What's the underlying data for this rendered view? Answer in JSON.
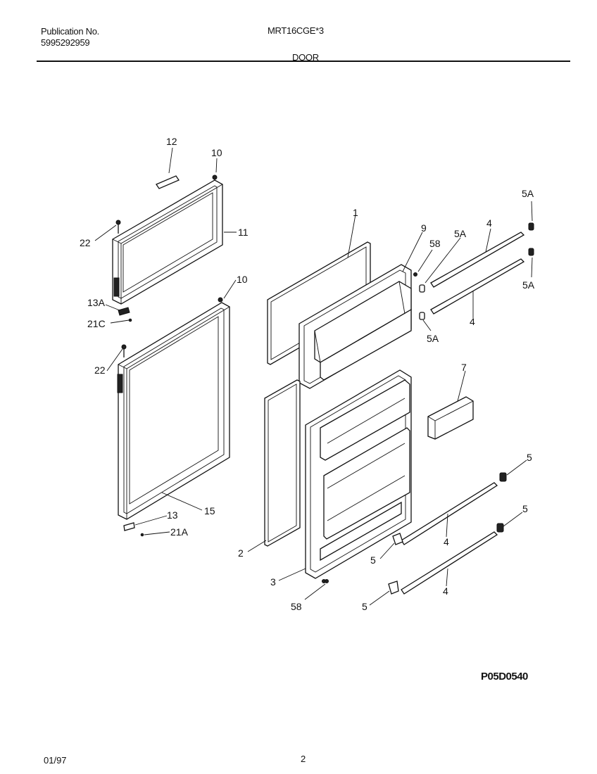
{
  "header": {
    "publication_label": "Publication No.",
    "publication_number": "5995292959",
    "model": "MRT16CGE*3",
    "section": "DOOR"
  },
  "diagram": {
    "callouts": {
      "c12": "12",
      "c10a": "10",
      "c11": "11",
      "c22a": "22",
      "c13a": "13A",
      "c21c": "21C",
      "c10b": "10",
      "c22b": "22",
      "c13": "13",
      "c15": "15",
      "c21a": "21A",
      "c1": "1",
      "c9": "9",
      "c58a": "58",
      "c5a1": "5A",
      "c4a": "4",
      "c5a2": "5A",
      "c5a3": "5A",
      "c4b": "4",
      "c5a4": "5A",
      "c7": "7",
      "c2": "2",
      "c3": "3",
      "c58b": "58",
      "c5a": "5",
      "c4c": "4",
      "c5b": "5",
      "c5c": "5",
      "c4d": "4",
      "c5d": "5"
    },
    "drawing_code": "P05D0540"
  },
  "footer": {
    "date": "01/97",
    "page": "2"
  }
}
